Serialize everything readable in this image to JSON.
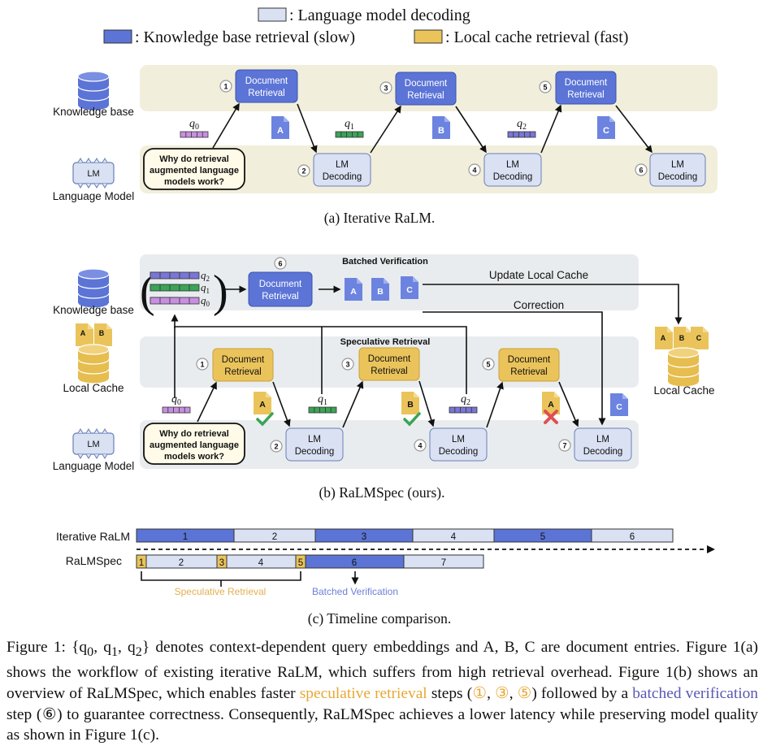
{
  "legend": {
    "lm_decoding": ": Language model decoding",
    "kb_retrieval": ": Knowledge base retrieval (slow)",
    "cache_retrieval": ": Local cache retrieval (fast)"
  },
  "colors": {
    "band": "#f1eedb",
    "gray_band": "#e9ecee",
    "lm_box": "#d9e1f3",
    "kb_box": "#5b74d6",
    "cache_box": "#eac45b",
    "doc": "#6c83e0",
    "q0": "#c78fe0",
    "q1": "#3aa457",
    "q2": "#7a76d6",
    "check": "#3aa457",
    "cross": "#e05050",
    "caption_orange": "#e9a733",
    "caption_purple": "#5758b4"
  },
  "common": {
    "knowledge_base": "Knowledge base",
    "language_model": "Language Model",
    "local_cache": "Local Cache",
    "lm_icon_text": "LM",
    "doc_retrieval_1": "Document",
    "doc_retrieval_2": "Retrieval",
    "lm_decoding_1": "LM",
    "lm_decoding_2": "Decoding",
    "prompt_1": "Why do retrieval",
    "prompt_2": "augmented language",
    "prompt_3": "models work?",
    "q0": "q0",
    "q1": "q1",
    "q2": "q2",
    "doc_a": "A",
    "doc_b": "B",
    "doc_c": "C"
  },
  "panel_a": {
    "steps": [
      "1",
      "2",
      "3",
      "4",
      "5",
      "6"
    ],
    "caption": "(a)  Iterative RaLM."
  },
  "panel_b": {
    "batched_verification": "Batched Verification",
    "speculative_retrieval": "Speculative Retrieval",
    "update_local_cache": "Update Local Cache",
    "correction": "Correction",
    "steps": [
      "6",
      "1",
      "3",
      "5",
      "2",
      "4",
      "7"
    ],
    "caption": "(b)  RaLMSpec (ours)."
  },
  "panel_c": {
    "iterative_label": "Iterative RaLM",
    "ralmspec_label": "RaLMSpec",
    "iterative_segments": [
      "1",
      "2",
      "3",
      "4",
      "5",
      "6"
    ],
    "ralmspec_segments": [
      "1",
      "2",
      "3",
      "4",
      "5",
      "6",
      "7"
    ],
    "speculative_retrieval": "Speculative Retrieval",
    "batched_verification": "Batched Verification",
    "caption": "(c)  Timeline comparison."
  },
  "caption": {
    "t1": "Figure 1: {q",
    "t1_sub0": "0",
    "t1_c": ", q",
    "t1_sub1": "1",
    "t1_c2": ", q",
    "t1_sub2": "2",
    "t2": "} denotes context-dependent query embeddings and A, B, C are document entries. Figure 1(a) shows the workflow of existing iterative RaLM, which suffers from high retrieval overhead. Figure 1(b) shows an overview of RaLMSpec, which enables faster ",
    "t3": "speculative retrieval",
    "t4": " steps (",
    "s1": "①",
    "sep1": ", ",
    "s3": "③",
    "sep2": ", ",
    "s5": "⑤",
    "t5": ") followed by a ",
    "t6": "batched verification",
    "t7": " step (⑥) to guarantee correctness. Consequently, RaLMSpec achieves a lower latency while preserving model quality as shown in Figure 1(c)."
  }
}
